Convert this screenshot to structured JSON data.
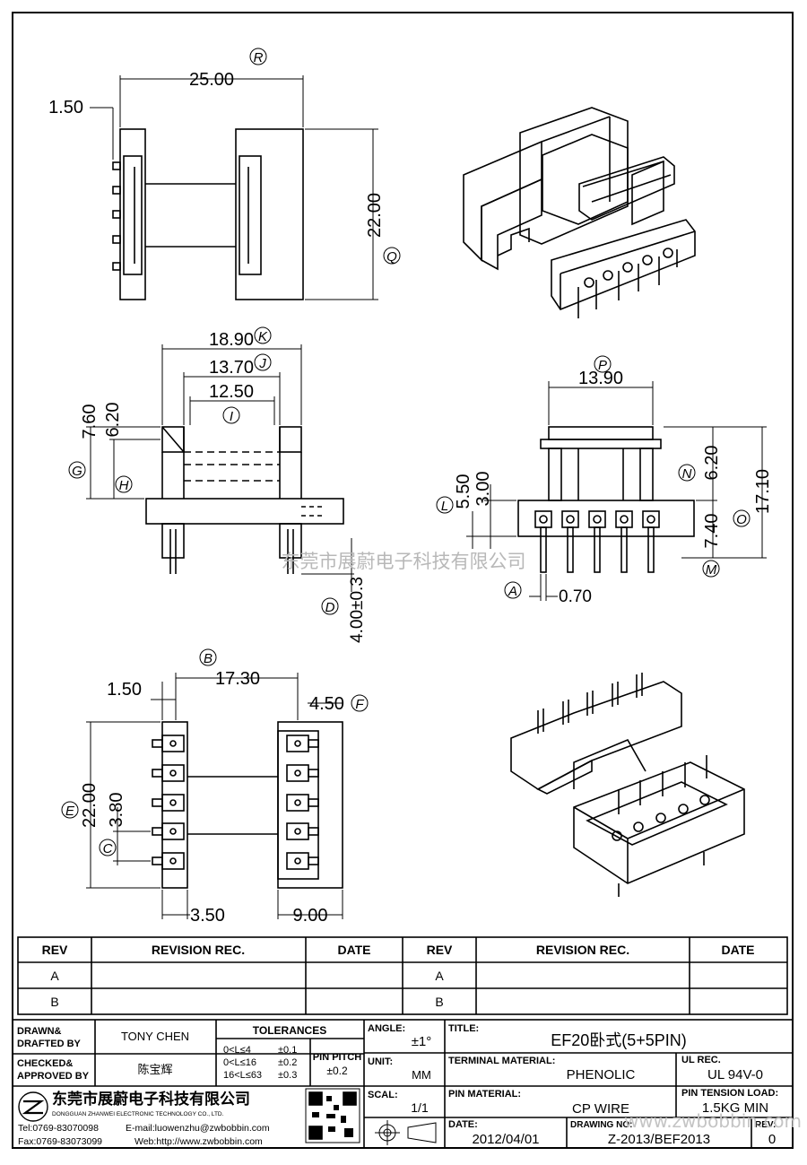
{
  "drawing": {
    "top_view": {
      "dim_25": "25.00",
      "dim_1_50": "1.50",
      "dim_22": "22.00",
      "label_r": "R",
      "label_q": "Q"
    },
    "side_view": {
      "dim_18_90": "18.90",
      "dim_13_70": "13.70",
      "dim_12_50": "12.50",
      "dim_7_60": "7.60",
      "dim_6_20": "6.20",
      "dim_4_00": "4.00±0.3",
      "label_k": "K",
      "label_j": "J",
      "label_i": "I",
      "label_g": "G",
      "label_h": "H",
      "label_d": "D"
    },
    "front_view": {
      "dim_13_90": "13.90",
      "dim_5_50": "5.50",
      "dim_3_00": "3.00",
      "dim_6_20": "6.20",
      "dim_17_10": "17.10",
      "dim_7_40": "7.40",
      "dim_0_70": "0.70",
      "label_p": "P",
      "label_l": "L",
      "label_n": "N",
      "label_o": "O",
      "label_m": "M",
      "label_a": "A"
    },
    "bottom_view": {
      "dim_17_30": "17.30",
      "dim_1_50": "1.50",
      "dim_4_50": "4.50",
      "dim_22": "22.00",
      "dim_3_80": "3.80",
      "dim_3_50": "3.50",
      "dim_9_00": "9.00",
      "label_b": "B",
      "label_f": "F",
      "label_e": "E",
      "label_c": "C"
    },
    "watermark": "东莞市展蔚电子科技有限公司"
  },
  "revision_table": {
    "headers": [
      "REV",
      "REVISION REC.",
      "DATE",
      "REV",
      "REVISION REC.",
      "DATE"
    ],
    "rows": [
      [
        "A",
        "",
        "",
        "A",
        "",
        ""
      ],
      [
        "B",
        "",
        "",
        "B",
        "",
        ""
      ]
    ]
  },
  "title_block": {
    "drawn_label": "DRAWN&\nDRAFTED BY",
    "drawn_value": "TONY CHEN",
    "checked_label": "CHECKED&\nAPPROVED BY",
    "checked_value": "陈宝辉",
    "tolerances_label": "TOLERANCES",
    "tol_rows": [
      [
        "0<L≤4",
        "±0.1"
      ],
      [
        "0<L≤16",
        "±0.2"
      ],
      [
        "16<L≤63",
        "±0.3"
      ]
    ],
    "pin_pitch_label": "PIN PITCH",
    "pin_pitch_value": "±0.2",
    "angle_label": "ANGLE:",
    "angle_value": "±1°",
    "unit_label": "UNIT:",
    "unit_value": "MM",
    "scale_label": "SCAL:",
    "scale_value": "1/1",
    "title_label": "TITLE:",
    "title_value": "EF20卧式(5+5PIN)",
    "terminal_label": "TERMINAL MATERIAL:",
    "terminal_value": "PHENOLIC",
    "ul_label": "UL REC.",
    "ul_value": "UL 94V-0",
    "pin_material_label": "PIN MATERIAL:",
    "pin_material_value": "CP WIRE",
    "pin_tension_label": "PIN TENSION LOAD:",
    "pin_tension_value": "1.5KG MIN",
    "date_label": "DATE:",
    "date_value": "2012/04/01",
    "drawing_no_label": "DRAWING NO:",
    "drawing_no_value": "Z-2013/BEF2013",
    "rev_label": "REV:",
    "rev_value": "0",
    "company_cn": "东莞市展蔚电子科技有限公司",
    "company_en": "DONGGUAN ZHANWEI ELECTRONIC TECHNOLOGY CO., LTD.",
    "tel": "Tel:0769-83070098",
    "email": "E-mail:luowenzhu@zwbobbin.com",
    "fax": "Fax:0769-83073099",
    "web": "Web:http://www.zwbobbin.com",
    "watermark_url": "www.zwbobbin.com"
  }
}
